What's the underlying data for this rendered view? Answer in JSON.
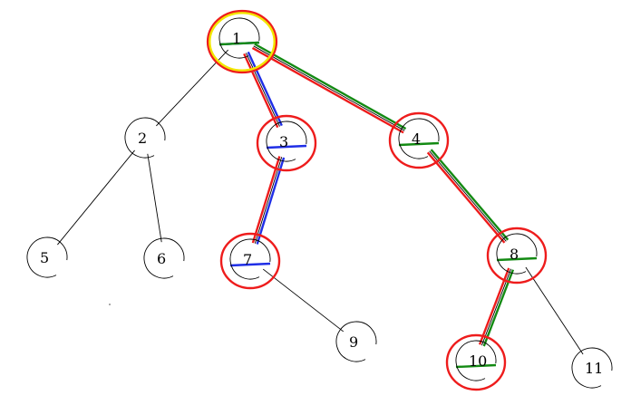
{
  "diagram": {
    "type": "tree",
    "nodes": [
      {
        "id": "1",
        "label": "1"
      },
      {
        "id": "2",
        "label": "2"
      },
      {
        "id": "3",
        "label": "3"
      },
      {
        "id": "4",
        "label": "4"
      },
      {
        "id": "5",
        "label": "5"
      },
      {
        "id": "6",
        "label": "6"
      },
      {
        "id": "7",
        "label": "7"
      },
      {
        "id": "8",
        "label": "8"
      },
      {
        "id": "9",
        "label": "9"
      },
      {
        "id": "10",
        "label": "10"
      },
      {
        "id": "11",
        "label": "11"
      }
    ],
    "edges": [
      {
        "from": "1",
        "to": "2"
      },
      {
        "from": "1",
        "to": "3"
      },
      {
        "from": "1",
        "to": "4"
      },
      {
        "from": "2",
        "to": "5"
      },
      {
        "from": "2",
        "to": "6"
      },
      {
        "from": "3",
        "to": "7"
      },
      {
        "from": "7",
        "to": "9"
      },
      {
        "from": "4",
        "to": "8"
      },
      {
        "from": "8",
        "to": "10"
      },
      {
        "from": "8",
        "to": "11"
      }
    ],
    "highlighted_nodes": [
      "1",
      "3",
      "4",
      "7",
      "8",
      "10"
    ],
    "root_highlight": "1",
    "paths": [
      {
        "color": "blue",
        "nodes": [
          "1",
          "3",
          "7"
        ]
      },
      {
        "color": "green",
        "nodes": [
          "1",
          "4",
          "8",
          "10"
        ]
      }
    ],
    "colors": {
      "node_stroke": "#000000",
      "highlight_ring": "#ee1c1c",
      "root_ring": "#f2e600",
      "blue_path": "#1f2ee6",
      "green_path": "#138a13",
      "red_path": "#ee1c1c"
    }
  }
}
